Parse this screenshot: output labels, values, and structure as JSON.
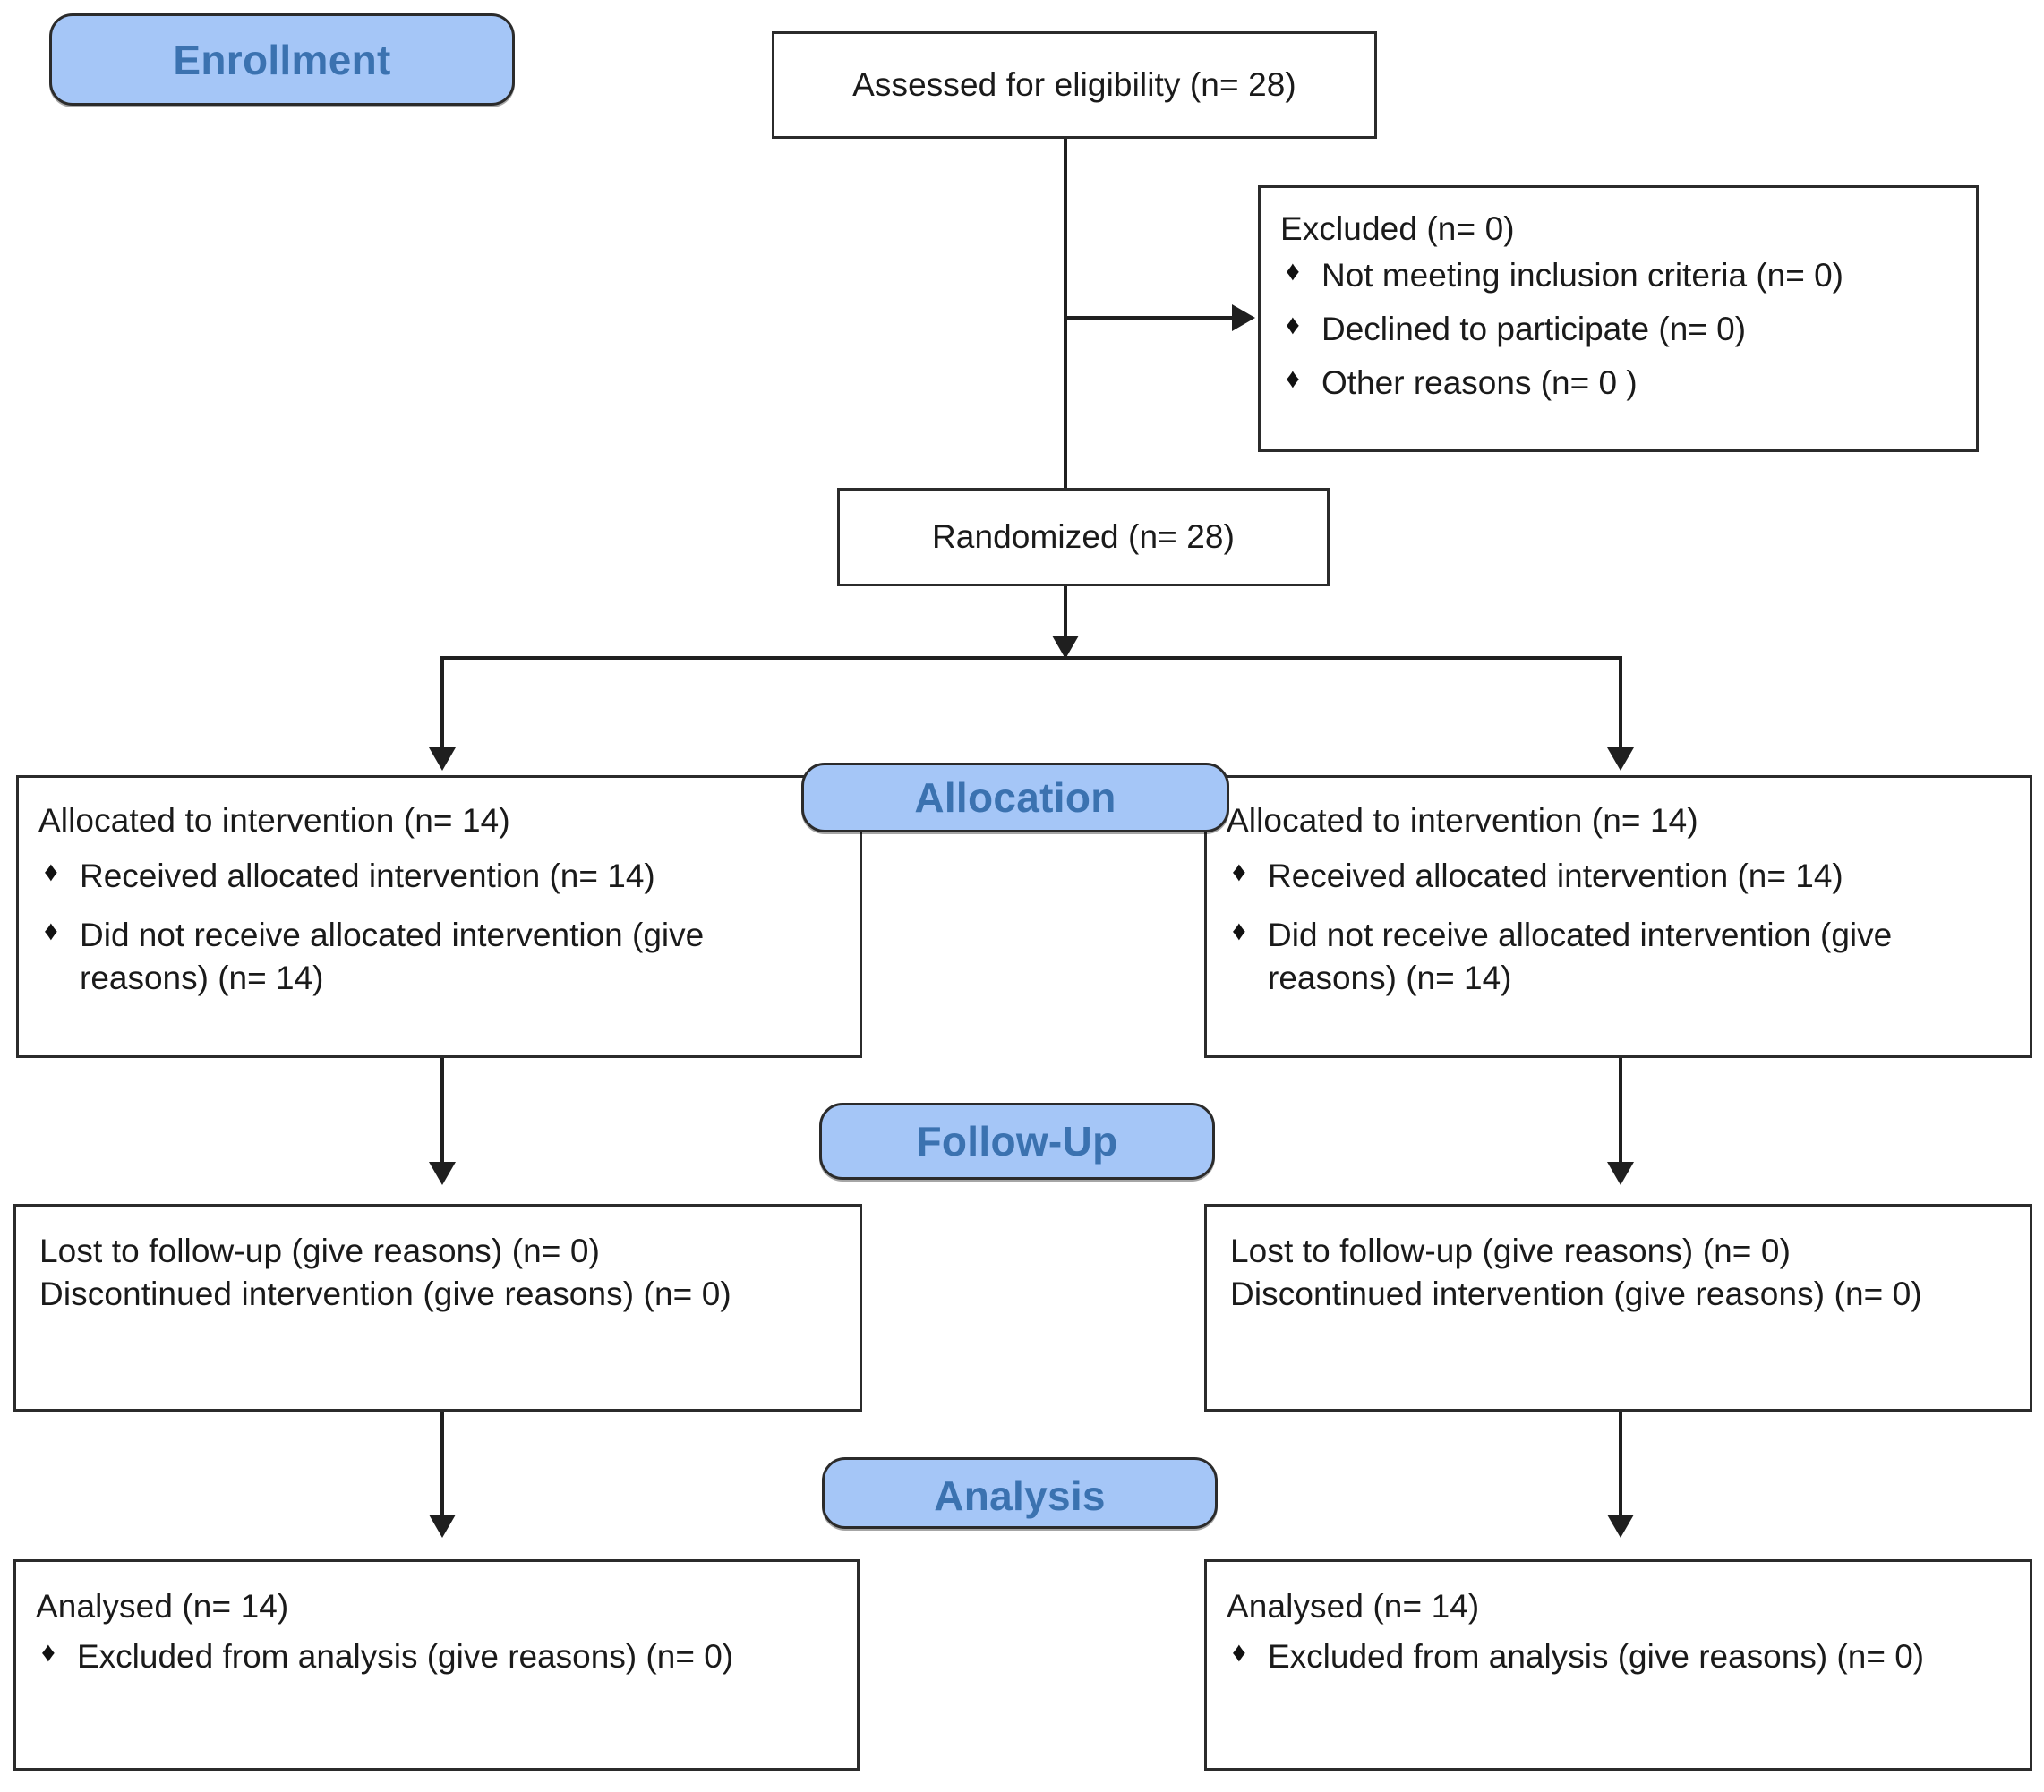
{
  "diagram": {
    "type": "CONSORT participant flow diagram",
    "stages": [
      {
        "key": "enrollment",
        "label": "Enrollment"
      },
      {
        "key": "allocation",
        "label": "Allocation"
      },
      {
        "key": "followup",
        "label": "Follow-Up"
      },
      {
        "key": "analysis",
        "label": "Analysis"
      }
    ],
    "nodes": {
      "assessed": {
        "title": "Assessed for eligibility (n= 28)"
      },
      "excluded": {
        "title": "Excluded (n= 0)",
        "bullets": [
          "Not meeting inclusion criteria (n= 0)",
          "Declined to participate (n= 0)",
          "Other reasons (n= 0 )"
        ]
      },
      "randomized": {
        "title": "Randomized (n= 28)"
      },
      "allocated_left": {
        "title": "Allocated to intervention (n= 14)",
        "bullets": [
          "Received allocated intervention (n= 14)",
          "Did not receive allocated intervention (give reasons) (n= 14)"
        ]
      },
      "allocated_right": {
        "title": "Allocated to intervention (n= 14)",
        "bullets": [
          "Received allocated intervention (n= 14)",
          "Did not receive allocated intervention (give reasons) (n= 14)"
        ]
      },
      "followup_left": {
        "line1": "Lost to follow-up (give reasons) (n= 0)",
        "line2": "Discontinued intervention (give reasons) (n= 0)"
      },
      "followup_right": {
        "line1": "Lost to follow-up (give reasons) (n= 0)",
        "line2": "Discontinued intervention (give reasons) (n= 0)"
      },
      "analysed_left": {
        "title": "Analysed (n= 14)",
        "bullets": [
          "Excluded from analysis (give reasons) (n= 0)"
        ]
      },
      "analysed_right": {
        "title": "Analysed (n= 14)",
        "bullets": [
          "Excluded from analysis (give reasons) (n= 0)"
        ]
      }
    },
    "bullet_glyph": "♦",
    "colors": {
      "pill_fill": "#a5c6f7",
      "pill_text": "#3b72b0",
      "node_border": "#2b2b2b",
      "node_fill": "#ffffff",
      "connector": "#1f1f1f",
      "body_text": "#1a1a1a"
    }
  }
}
